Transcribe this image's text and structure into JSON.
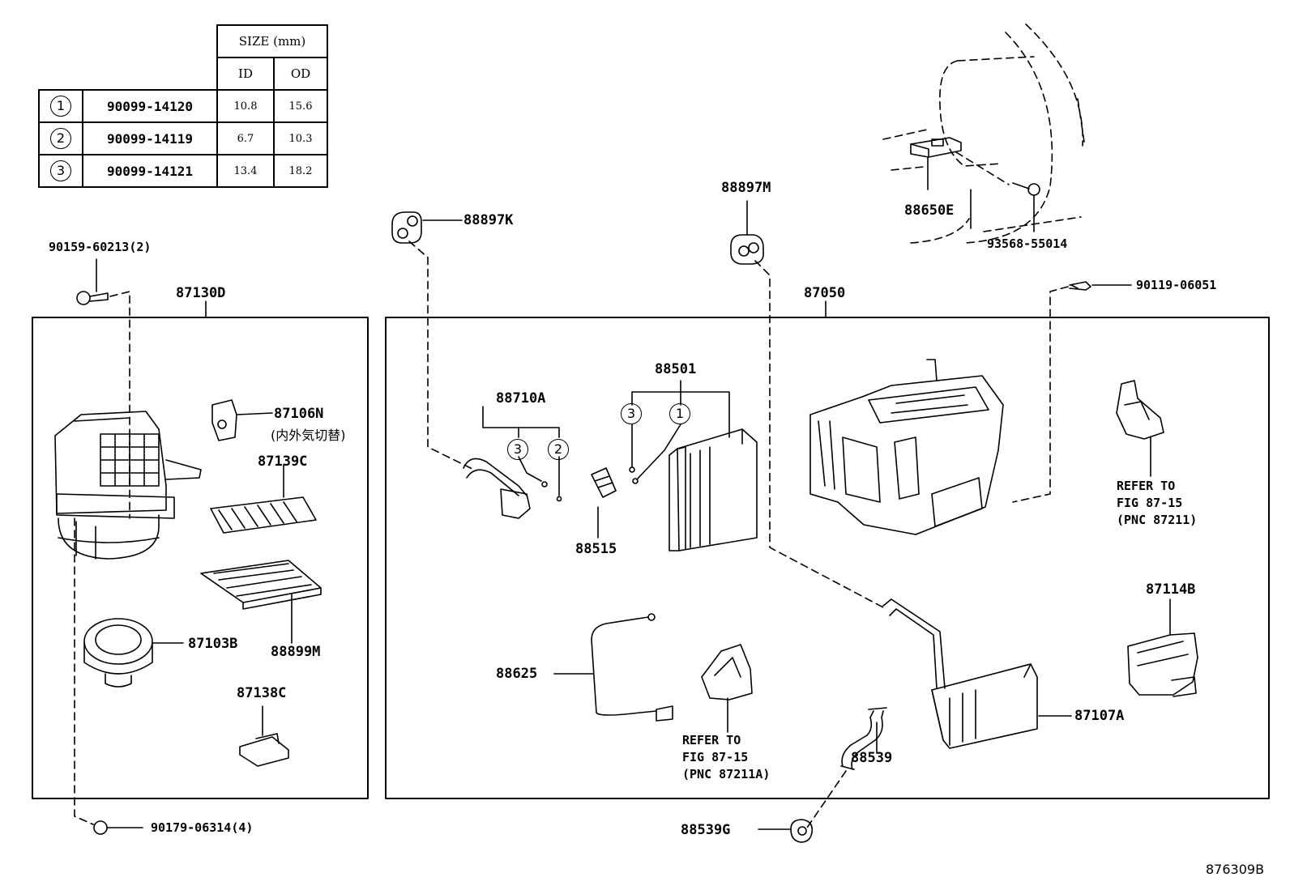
{
  "size_table": {
    "header": "SIZE (mm)",
    "col_id": "ID",
    "col_od": "OD",
    "rows": [
      {
        "ref": "1",
        "part": "90099-14120",
        "id": "10.8",
        "od": "15.6"
      },
      {
        "ref": "2",
        "part": "90099-14119",
        "id": "6.7",
        "od": "10.3"
      },
      {
        "ref": "3",
        "part": "90099-14121",
        "id": "13.4",
        "od": "18.2"
      }
    ]
  },
  "labels": {
    "p88897K": "88897K",
    "p88897M": "88897M",
    "p88650E": "88650E",
    "p93568": "93568-55014",
    "p90159": "90159-60213(2)",
    "p87130D": "87130D",
    "p87050": "87050",
    "p90119": "90119-06051",
    "p88501": "88501",
    "p88710A": "88710A",
    "p87106N": "87106N",
    "p87106N_note": "(内外気切替)",
    "p87139C": "87139C",
    "p88515": "88515",
    "p88899M": "88899M",
    "p87103B": "87103B",
    "p87138C": "87138C",
    "p88625": "88625",
    "p87114B": "87114B",
    "p87107A": "87107A",
    "p88539": "88539",
    "p88539G": "88539G",
    "p90179": "90179-06314(4)",
    "refer_right": "REFER TO\nFIG 87-15\n(PNC 87211)",
    "refer_mid": "REFER TO\nFIG 87-15\n(PNC 87211A)",
    "callout_3": "3",
    "callout_2": "2",
    "callout_1": "1",
    "figure_id": "876309B"
  }
}
